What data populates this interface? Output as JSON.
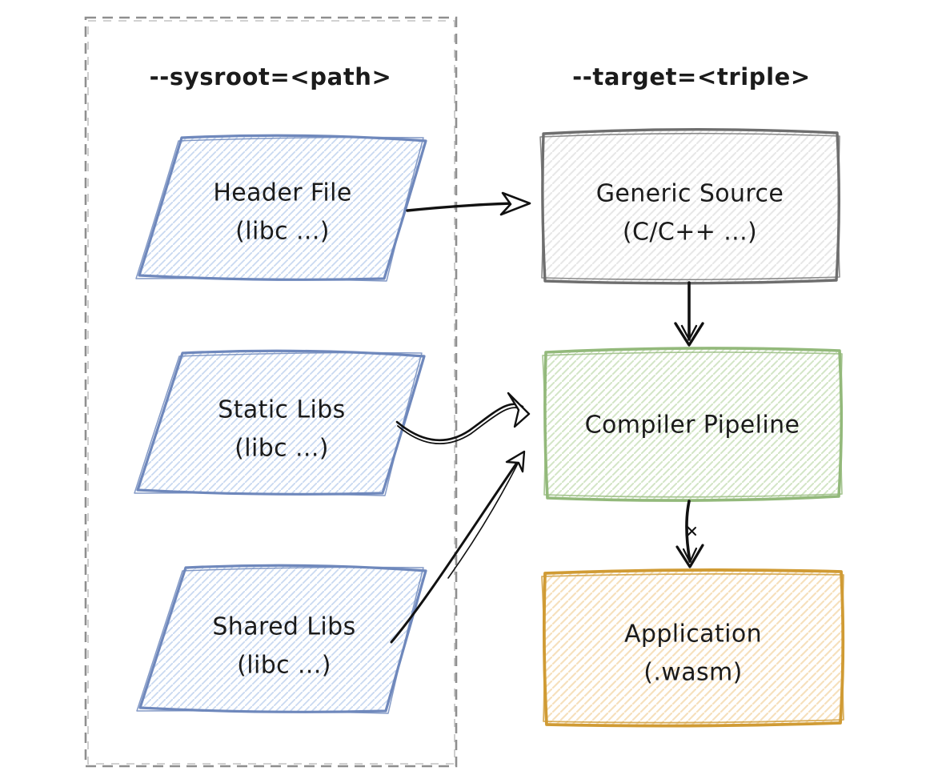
{
  "diagram": {
    "title": "clang cross-compilation sysroot/target diagram",
    "background": "#ffffff",
    "text_color": "#1b1b1b",
    "arrow_color": "#111111",
    "sysroot_group": {
      "label": "--sysroot=<path>",
      "border_color": "#8f8f8f",
      "border_style": "dashed",
      "node_stroke_color": "#6f88bc",
      "node_hatch_color": "#c9d9f1",
      "node_shape": "parallelogram",
      "nodes": [
        {
          "id": "header-file",
          "line1": "Header File",
          "line2": "(libc ...)"
        },
        {
          "id": "static-libs",
          "line1": "Static Libs",
          "line2": "(libc ...)"
        },
        {
          "id": "shared-libs",
          "line1": "Shared Libs",
          "line2": "(libc ...)"
        }
      ]
    },
    "target_group": {
      "label": "--target=<triple>",
      "nodes": [
        {
          "id": "generic-source",
          "line1": "Generic Source",
          "line2": "(C/C++ ...)",
          "stroke_color": "#6e6e6e",
          "hatch_color": "#e8e8e8"
        },
        {
          "id": "compiler-pipeline",
          "line1": "Compiler Pipeline",
          "line2": "",
          "stroke_color": "#93b97b",
          "hatch_color": "#d5e6c9"
        },
        {
          "id": "application",
          "line1": "Application",
          "line2": "(.wasm)",
          "stroke_color": "#d09b34",
          "hatch_color": "#f6e0bd"
        }
      ]
    },
    "edges": [
      {
        "from": "header-file",
        "to": "generic-source",
        "style": "curved-right"
      },
      {
        "from": "generic-source",
        "to": "compiler-pipeline",
        "style": "straight-down"
      },
      {
        "from": "static-libs",
        "to": "compiler-pipeline",
        "style": "s-curve"
      },
      {
        "from": "shared-libs",
        "to": "compiler-pipeline",
        "style": "diagonal-up"
      },
      {
        "from": "compiler-pipeline",
        "to": "application",
        "style": "straight-down"
      }
    ]
  }
}
